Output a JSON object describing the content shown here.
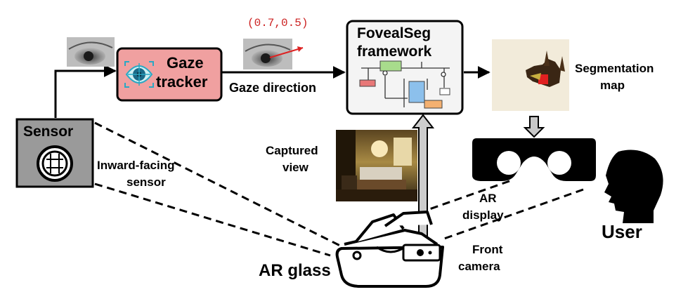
{
  "gaze_coordinate": "(0.7,0.5)",
  "gaze_tracker": {
    "line1": "Gaze",
    "line2": "tracker"
  },
  "gaze_direction": "Gaze direction",
  "framework": {
    "line1": "FovealSeg",
    "line2": "framework"
  },
  "segmentation_map": {
    "line1": "Segmentation",
    "line2": "map"
  },
  "sensor": "Sensor",
  "inward_sensor": {
    "line1": "Inward-facing",
    "line2": "sensor"
  },
  "captured_view": {
    "line1": "Captured",
    "line2": "view"
  },
  "ar_display": {
    "line1": "AR",
    "line2": "display"
  },
  "user": "User",
  "ar_glass": "AR glass",
  "front_camera": {
    "line1": "Front",
    "line2": "camera"
  },
  "colors": {
    "gaze_tracker_fill": "#f0a0a0",
    "gaze_coordinate_text": "#cc2222",
    "framework_fill": "#f4f4f4",
    "module_green": "#a8dc8c",
    "module_red": "#e87878",
    "module_blue": "#8cc0ec",
    "module_orange": "#f4b070",
    "arrow_gray": "#c8c8c8",
    "sensor_fill": "#9a9a9a",
    "segmentation_bg": "#f2ebda"
  }
}
